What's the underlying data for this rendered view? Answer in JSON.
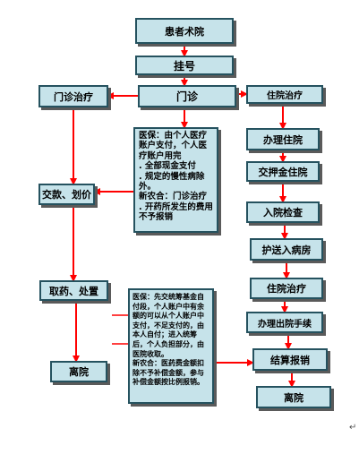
{
  "boxes": {
    "patient_visit": "患者术院",
    "registration": "挂号",
    "outpatient": "门诊",
    "outpatient_treatment": "门诊治疗",
    "inpatient_treatment_top": "住院治疗",
    "payment_pricing": "交款、划价",
    "medicine_disposal": "取药、处置",
    "leave_hospital_left": "离院",
    "admission": "办理住院",
    "deposit_admission": "交押金住院",
    "admission_check": "入院检查",
    "escort_ward": "护送入病房",
    "inpatient_treatment": "住院治疗",
    "discharge_procedure": "办理出院手续",
    "settlement": "结算报销",
    "leave_hospital_right": "离院"
  },
  "notes": {
    "outpatient_insurance": "医保：由个人医疗账户支付，个人医疗账户用完\n. 全部现金支付\n. 规定的慢性病除外。\n新农合：门诊治疗\n. 开药所发生的费用不予报销",
    "inpatient_insurance": "医保：先交统筹基金自付段，个人账户中有余额的可以从个人账户中支付，不足支付的，由本人自付；进入统筹后，个人负担部分，由医院收取。\n新农合：医药费金额扣除不予补偿金额，参与补偿金额按比例报销。"
  },
  "paragraph_mark": "↵",
  "colors": {
    "box_fill": "#c6e3ea",
    "box_border": "#25525f",
    "arrow": "#ff0000"
  }
}
